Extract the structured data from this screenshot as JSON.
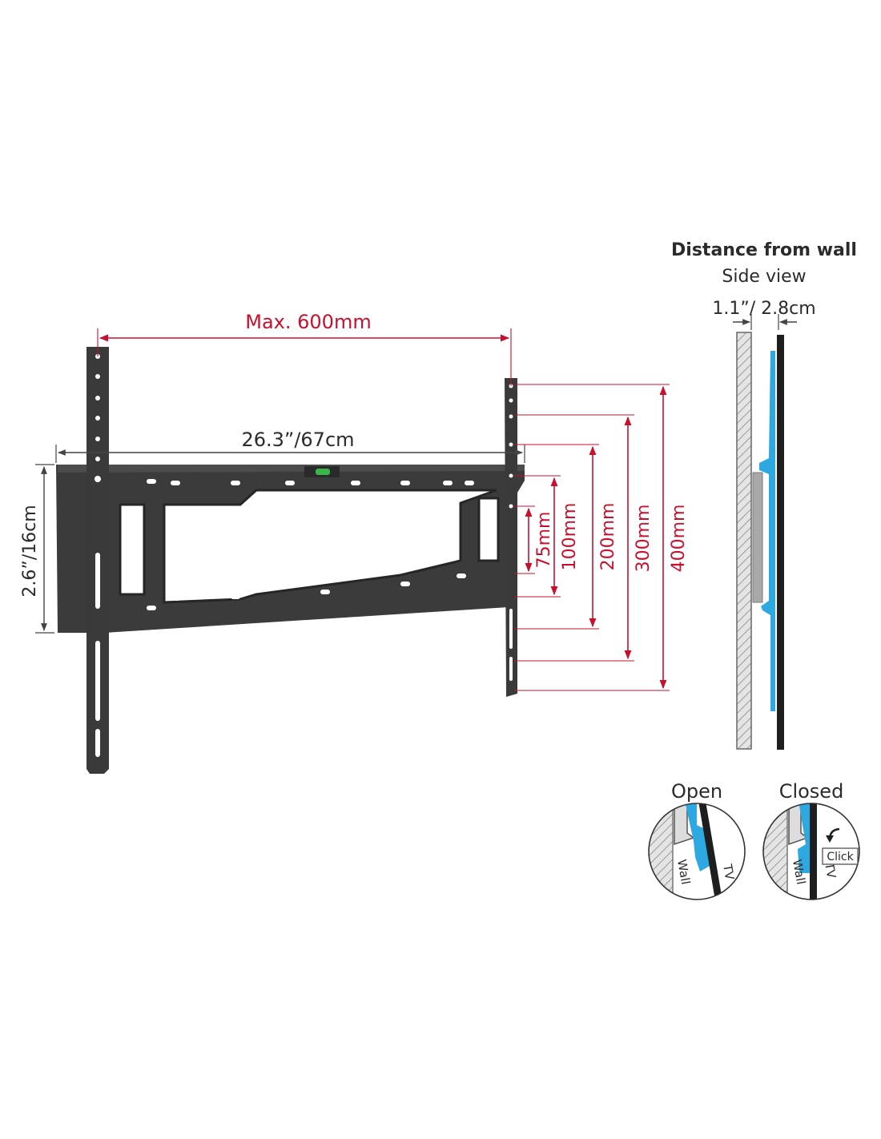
{
  "front": {
    "max_width_label": "Max. 600mm",
    "plate_width_label": "26.3”/67cm",
    "plate_height_label": "2.6”/16cm",
    "vesa_labels": [
      "75mm",
      "100mm",
      "200mm",
      "300mm",
      "400mm"
    ]
  },
  "side": {
    "title": "Distance from wall",
    "subtitle": "Side view",
    "distance_label": "1.1”/ 2.8cm"
  },
  "lock": {
    "open_label": "Open",
    "closed_label": "Closed",
    "wall_label": "Wall",
    "tv_label": "TV",
    "click_label": "Click"
  },
  "colors": {
    "dimension": "#c8102e",
    "bracket": "#3a3a3a",
    "tv_mount": "#2ea8e0",
    "level": "#39b54a"
  }
}
